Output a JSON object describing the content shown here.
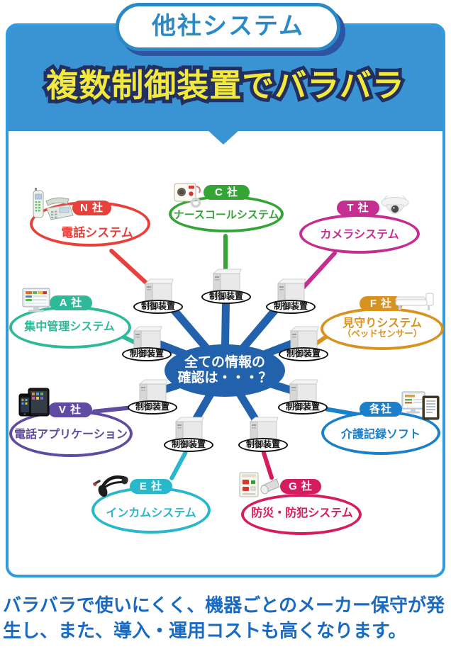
{
  "badge": {
    "label": "他社システム"
  },
  "header": {
    "title": "複数制御装置でバラバラ"
  },
  "hub": {
    "line1": "全ての情報の",
    "line2": "確認は・・・？"
  },
  "control_device_label": "制御装置",
  "systems": [
    {
      "company": "N 社",
      "name": "電話システム",
      "color": "#e8403a",
      "icon": "phone-icon"
    },
    {
      "company": "C 社",
      "name": "ナースコールシステム",
      "color": "#35a437",
      "icon": "nurse-call-icon"
    },
    {
      "company": "T 社",
      "name": "カメラシステム",
      "color": "#c42e90",
      "icon": "camera-icon"
    },
    {
      "company": "A 社",
      "name": "集中管理システム",
      "color": "#2eb999",
      "icon": "monitor-icon"
    },
    {
      "company": "F 社",
      "name": "見守りシステム",
      "name2": "（ベッドセンサー）",
      "color": "#d8921f",
      "icon": "bed-icon"
    },
    {
      "company": "V 社",
      "name": "電話アプリケーション",
      "color": "#5f4ba1",
      "icon": "phone-tablet-icon"
    },
    {
      "company": "各社",
      "name": "介護記録ソフト",
      "color": "#1b80c9",
      "icon": "records-icon"
    },
    {
      "company": "E 社",
      "name": "インカムシステム",
      "color": "#29b7cb",
      "icon": "headset-icon"
    },
    {
      "company": "G 社",
      "name": "防災・防犯システム",
      "color": "#d51c5e",
      "icon": "fire-alarm-icon"
    }
  ],
  "footer": {
    "text": "バラバラで使いにくく、機器ごとのメーカー保守が発生し、また、導入・運用コストも高くなります。"
  },
  "palette": {
    "header_blue": "#3a93d3",
    "border_blue": "#2f9ce0",
    "hub_blue": "#2262ac",
    "badge_blue": "#2b8ac6",
    "badge_shadow_navy": "#2d53a3",
    "title_yellow": "#f2e93c",
    "title_outline_navy": "#23305f",
    "footer_text_blue": "#1b6ac1"
  }
}
